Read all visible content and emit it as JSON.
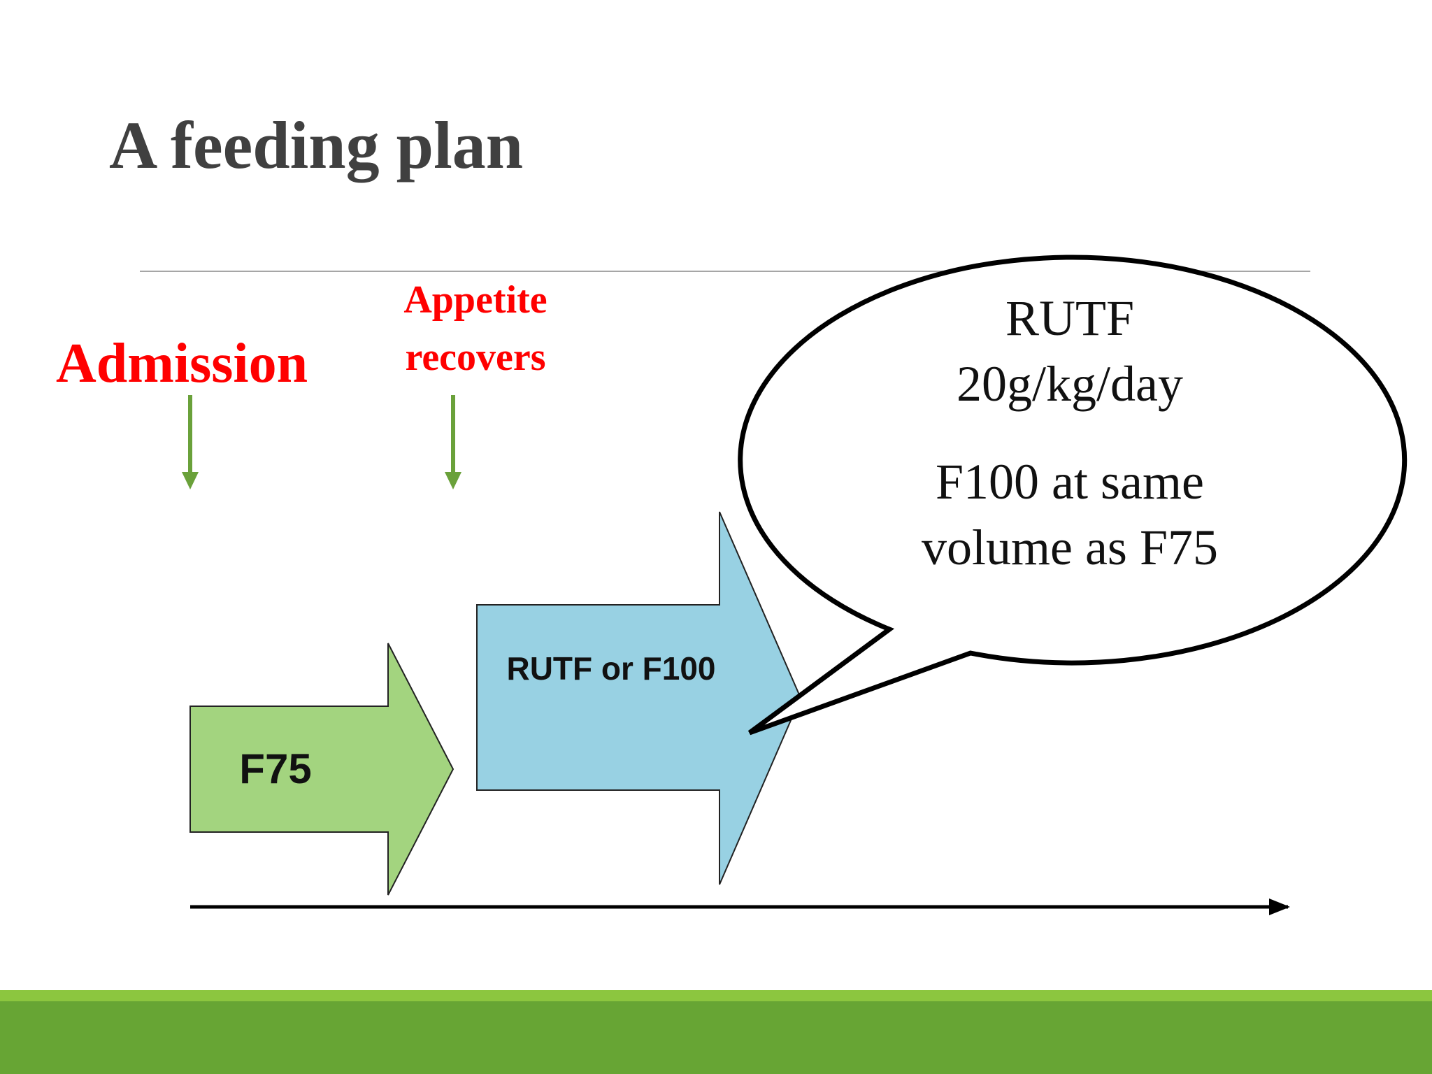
{
  "slide": {
    "title": "A feeding plan"
  },
  "labels": {
    "admission": "Admission",
    "appetite_line1": "Appetite",
    "appetite_line2": "recovers"
  },
  "phases": {
    "first": "F75",
    "second": "RUTF or F100"
  },
  "callout": {
    "line1": "RUTF",
    "line2": "20g/kg/day",
    "line3": "F100 at same",
    "line4": "volume as F75"
  },
  "colors": {
    "title": "#404040",
    "label_red": "#ff0000",
    "marker_arrow": "#6aa13a",
    "f75_fill": "#a3d47f",
    "rutf_fill": "#98d1e3",
    "footer_dark": "#67a534",
    "footer_light": "#8cc63f"
  },
  "icons": {
    "timeline": "right-arrow",
    "markers": "down-arrow"
  }
}
